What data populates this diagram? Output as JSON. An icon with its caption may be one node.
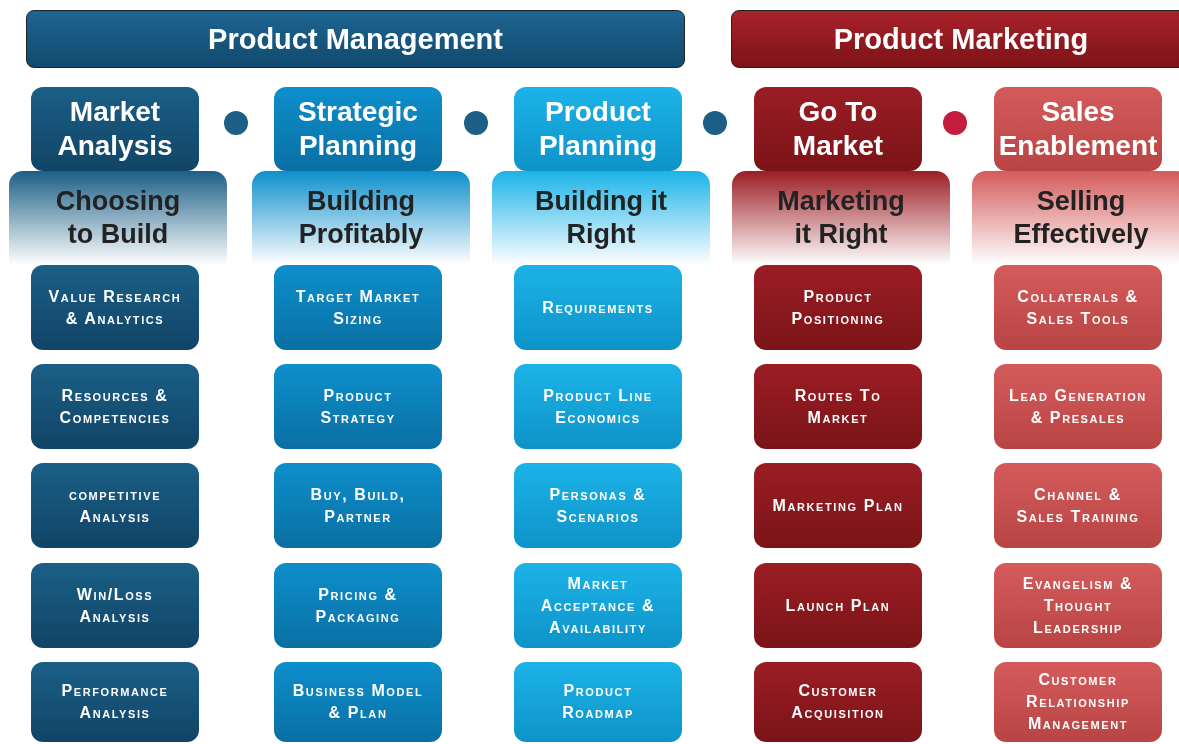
{
  "diagram": {
    "nodes": [
      {
        "text": [
          "Product Management"
        ]
      },
      {
        "text": [
          "Product Marketing"
        ]
      },
      {
        "text": [
          "Market Analysis"
        ]
      },
      {
        "text": [
          "Choosing to Build"
        ]
      },
      {
        "text": [
          "Value Research & Analytics"
        ]
      },
      {
        "text": [
          "Resources & Competencies"
        ]
      },
      {
        "text": [
          "competitive Analysis"
        ]
      },
      {
        "text": [
          "Win/Loss Analysis"
        ]
      },
      {
        "text": [
          "Performance Analysis"
        ]
      },
      {
        "text": [
          "Strategic Planning"
        ]
      },
      {
        "text": [
          "Building Profitably"
        ]
      },
      {
        "text": [
          "Target Market Sizing"
        ]
      },
      {
        "text": [
          "Product Strategy"
        ]
      },
      {
        "text": [
          "Buy, Build, Partner"
        ]
      },
      {
        "text": [
          "Pricing & Packaging"
        ]
      },
      {
        "text": [
          "Business Model & Plan"
        ]
      },
      {
        "text": [
          "Product Planning"
        ]
      },
      {
        "text": [
          "Building it Right"
        ]
      },
      {
        "text": [
          "Requirements"
        ]
      },
      {
        "text": [
          "Product Line Economics"
        ]
      },
      {
        "text": [
          "Personas & Scenarios"
        ]
      },
      {
        "text": [
          "Market Acceptance & Availability"
        ]
      },
      {
        "text": [
          "Product Roadmap"
        ]
      },
      {
        "text": [
          "Go To Market"
        ]
      },
      {
        "text": [
          "Marketing it Right"
        ]
      },
      {
        "text": [
          "Product Positioning"
        ]
      },
      {
        "text": [
          "Routes To Market"
        ]
      },
      {
        "text": [
          "Marketing Plan"
        ]
      },
      {
        "text": [
          "Launch Plan"
        ]
      },
      {
        "text": [
          "Customer Acquisition"
        ]
      },
      {
        "text": [
          "Sales Enablement"
        ]
      },
      {
        "text": [
          "Selling Effectively"
        ]
      },
      {
        "text": [
          "Collaterals & Sales Tools"
        ]
      },
      {
        "text": [
          "Lead Generation & Presales"
        ]
      },
      {
        "text": [
          "Channel & Sales Training"
        ]
      },
      {
        "text": [
          "Evangelism & Thought Leadership"
        ]
      },
      {
        "text": [
          "Customer Relationship Management"
        ]
      }
    ]
  }
}
